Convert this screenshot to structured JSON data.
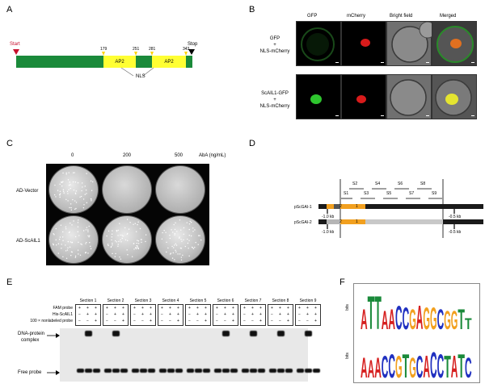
{
  "panel_labels": {
    "a": "A",
    "b": "B",
    "c": "C",
    "d": "D",
    "e": "E",
    "f": "F"
  },
  "panelA": {
    "start": "Start",
    "stop": "Stop",
    "positions": [
      "179",
      "251",
      "281",
      "343"
    ],
    "domain_label": "AP2",
    "nls": "NLS"
  },
  "panelB": {
    "columns": [
      "GFP",
      "mCherry",
      "Bright field",
      "Merged"
    ],
    "rows": [
      {
        "line1": "GFP",
        "line2": "+",
        "line3": "NLS-mCherry"
      },
      {
        "line1": "ScAIL1-GFP",
        "line2": "+",
        "line3": "NLS-mCherry"
      }
    ]
  },
  "panelC": {
    "concentrations": [
      "0",
      "200",
      "500"
    ],
    "unit": "AbA (ng/mL)",
    "rows": [
      "AD-Vector",
      "AD-ScAIL1"
    ]
  },
  "panelD": {
    "sections": [
      "S1",
      "S2",
      "S3",
      "S4",
      "S5",
      "S6",
      "S7",
      "S8",
      "S9"
    ],
    "constructs": [
      "pScGAI-1",
      "pScGAI-2"
    ],
    "marks": [
      "-1.0 kb",
      "-0.5 kb"
    ],
    "elements": [
      "2",
      "1"
    ]
  },
  "panelE": {
    "sections": [
      "Section 1",
      "Section 2",
      "Section 3",
      "Section 4",
      "Section 5",
      "Section 6",
      "Section 7",
      "Section 8",
      "Section 9"
    ],
    "row_labels": [
      "FAM probe",
      "His-ScAIL1",
      "100 × nonlabeled probe"
    ],
    "signs": [
      [
        "+",
        "+",
        "+"
      ],
      [
        "−",
        "+",
        "+"
      ],
      [
        "−",
        "−",
        "+"
      ]
    ],
    "complex_label_1": "DNA-protein",
    "complex_label_2": "complex",
    "free_label": "Free probe",
    "complex_bands": [
      1,
      2,
      6,
      7,
      8,
      9
    ]
  },
  "panelF": {
    "ylabel": "bits",
    "motif1": "ATTAACCGAGGCGGTT",
    "motif2": "AAACCGTGCACCTATC"
  }
}
